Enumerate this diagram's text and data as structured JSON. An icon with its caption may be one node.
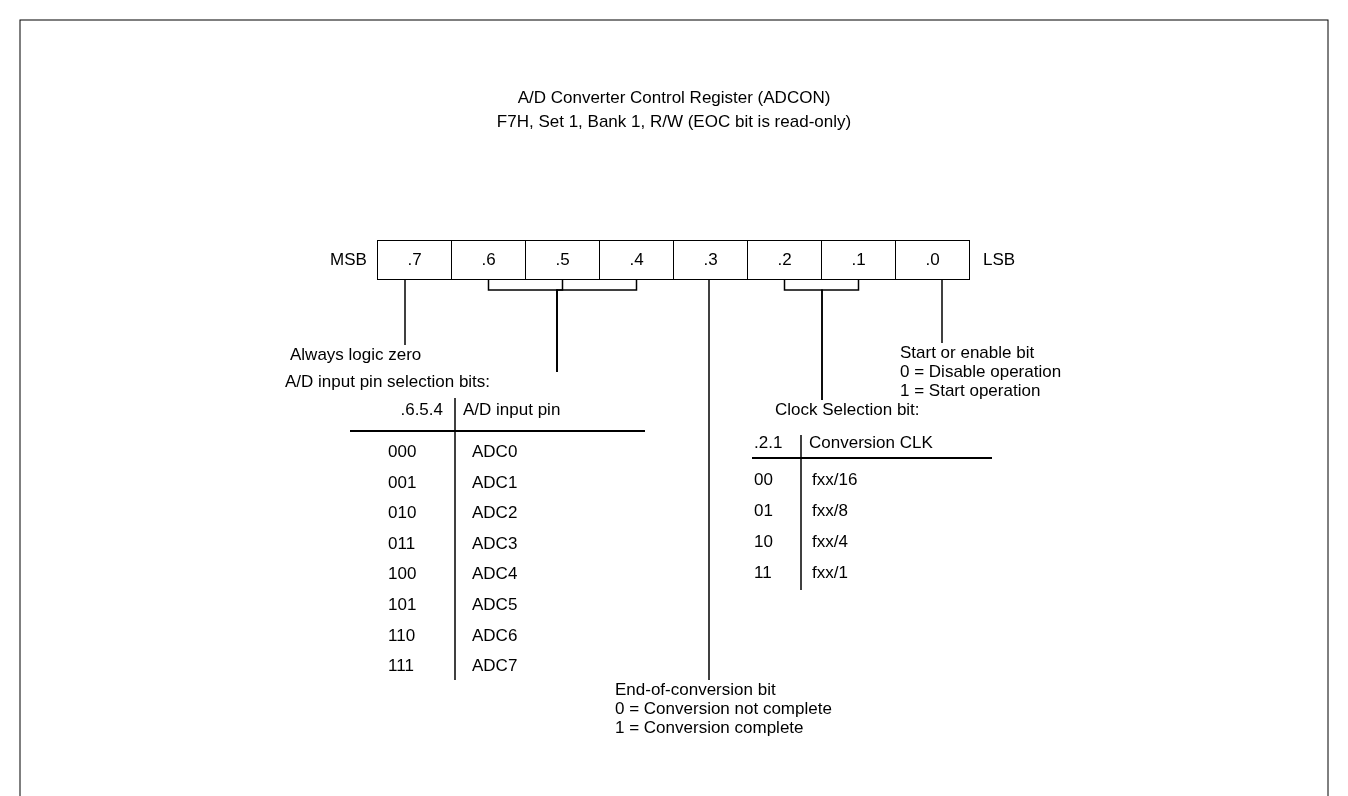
{
  "diagram": {
    "title": "A/D Converter Control Register (ADCON)",
    "nodes": [
      {
        "text": [
          ".7"
        ],
        "beside": [
          "MSB"
        ]
      },
      {
        "text": [
          ".6"
        ]
      },
      {
        "text": [
          ".5"
        ]
      },
      {
        "text": [
          ".4"
        ]
      },
      {
        "text": [
          ".3"
        ]
      },
      {
        "text": [
          ".2"
        ]
      },
      {
        "text": [
          ".1"
        ]
      },
      {
        "text": [
          ".0"
        ],
        "beside": [
          "LSB"
        ]
      },
      {
        "text": [
          "Always logic zero"
        ]
      },
      {
        "text": [
          "A/D input pin selection bits:"
        ]
      },
      {
        "text": [
          "End-of-conversion bit",
          "0 = Conversion not complete",
          "1 = Conversion complete"
        ]
      },
      {
        "text": [
          "Clock Selection bit:"
        ]
      },
      {
        "text": [
          "Start or enable bit",
          "0 = Disable operation",
          "1 = Start operation"
        ]
      }
    ],
    "edges": [
      {
        "from": 8,
        "to": 0,
        "arrow": "none"
      },
      {
        "from": 9,
        "to": 1,
        "arrow": "none"
      },
      {
        "from": 9,
        "to": 2,
        "arrow": "none"
      },
      {
        "from": 9,
        "to": 3,
        "arrow": "none"
      },
      {
        "from": 10,
        "to": 4,
        "arrow": "none"
      },
      {
        "from": 11,
        "to": 5,
        "arrow": "none"
      },
      {
        "from": 11,
        "to": 6,
        "arrow": "none"
      },
      {
        "from": 12,
        "to": 7,
        "arrow": "none"
      }
    ],
    "labels": [
      "F7H, Set 1, Bank 1, R/W (EOC bit is read-only)",
      ".6.5.4",
      "A/D input pin",
      "000",
      "ADC0",
      "001",
      "ADC1",
      "010",
      "ADC2",
      "011",
      "ADC3",
      "100",
      "ADC4",
      "101",
      "ADC5",
      "110",
      "ADC6",
      "111",
      "ADC7",
      ".2.1",
      "Conversion CLK",
      "00",
      "fxx/16",
      "01",
      "fxx/8",
      "10",
      "fxx/4",
      "11",
      "fxx/1"
    ]
  }
}
